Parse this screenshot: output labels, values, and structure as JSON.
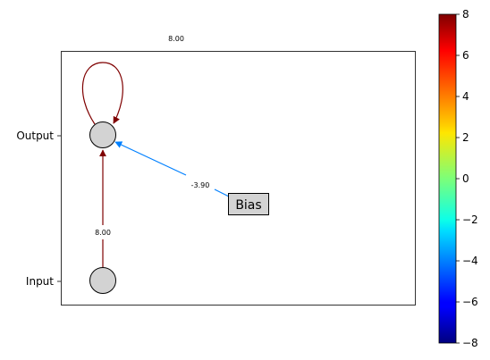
{
  "graph": {
    "y_ticks": [
      "Output",
      "Input"
    ],
    "nodes": [
      {
        "id": "output",
        "fill": "#d3d3d3"
      },
      {
        "id": "input",
        "fill": "#d3d3d3"
      }
    ],
    "bias_label": "Bias",
    "edges": [
      {
        "id": "input-to-output",
        "from": "Input",
        "to": "Output",
        "weight": 8.0,
        "label": "8.00",
        "color": "#7f0000"
      },
      {
        "id": "output-self-loop",
        "from": "Output",
        "to": "Output",
        "weight": 8.0,
        "label": "8.00",
        "color": "#7f0000"
      },
      {
        "id": "bias-to-output",
        "from": "Bias",
        "to": "Output",
        "weight": -3.9,
        "label": "-3.90",
        "color": "#0080ff"
      }
    ]
  },
  "colorbar": {
    "colormap": "jet",
    "range": [
      -8,
      8
    ],
    "tick_labels": [
      "8",
      "6",
      "4",
      "2",
      "0",
      "−2",
      "−4",
      "−6",
      "−8"
    ]
  }
}
